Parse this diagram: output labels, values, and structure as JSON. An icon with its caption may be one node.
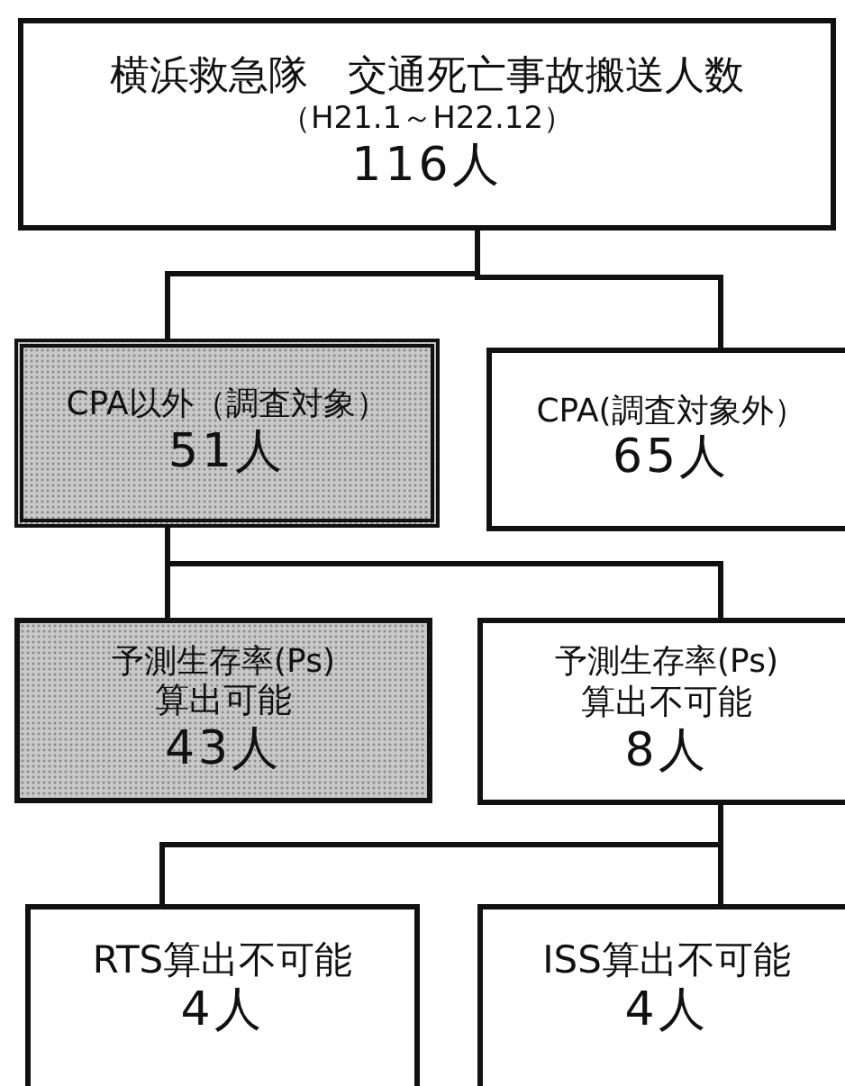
{
  "diagram": {
    "nodes": [
      {
        "text": [
          "横浜救急隊　交通死亡事故搬送人数",
          "（H21.1～H22.12）",
          "116人"
        ]
      },
      {
        "text": [
          "CPA以外（調査対象）",
          "51人"
        ]
      },
      {
        "text": [
          "CPA(調査対象外）",
          "65人"
        ]
      },
      {
        "text": [
          "予測生存率(Ps)",
          "算出可能",
          "43人"
        ]
      },
      {
        "text": [
          "予測生存率(Ps)",
          "算出不可能",
          "8人"
        ]
      },
      {
        "text": [
          "RTS算出不可能",
          "4人"
        ]
      },
      {
        "text": [
          "ISS算出不可能",
          "4人"
        ]
      }
    ],
    "edges": [
      {
        "from": 0,
        "to": 1,
        "arrow": "none"
      },
      {
        "from": 0,
        "to": 2,
        "arrow": "none"
      },
      {
        "from": 1,
        "to": 3,
        "arrow": "none"
      },
      {
        "from": 1,
        "to": 4,
        "arrow": "none"
      },
      {
        "from": 4,
        "to": 5,
        "arrow": "none"
      },
      {
        "from": 4,
        "to": 6,
        "arrow": "none"
      }
    ]
  }
}
